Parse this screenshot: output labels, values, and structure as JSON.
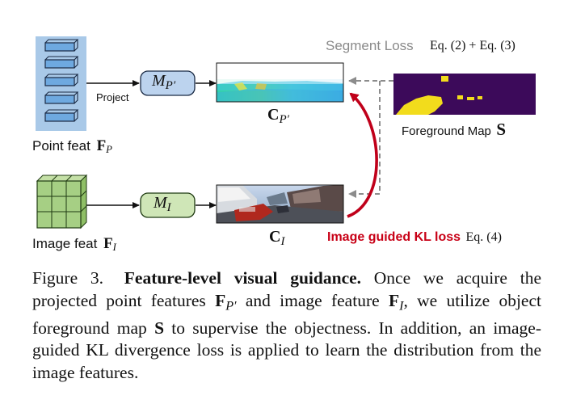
{
  "figure": {
    "segment_loss_label": "Segment Loss",
    "segment_loss_eq": "Eq. (2) + Eq. (3)",
    "project_label": "Project",
    "point_feat_label": "Point feat",
    "point_feat_symbol": "F",
    "point_feat_sub": "P",
    "image_feat_label": "Image feat",
    "image_feat_symbol": "F",
    "image_feat_sub": "I",
    "module_point_symbol": "M",
    "module_point_sub": "P′",
    "module_image_symbol": "M",
    "module_image_sub": "I",
    "c_point_symbol": "C",
    "c_point_sub": "P′",
    "c_image_symbol": "C",
    "c_image_sub": "I",
    "foreground_map_label": "Foreground Map",
    "foreground_map_symbol": "S",
    "kl_loss_label": "Image guided KL loss",
    "kl_loss_eq": "Eq. (4)",
    "colors": {
      "point_box": "#a9c9e8",
      "module_point": "#bcd3ee",
      "module_image": "#cfe6b7",
      "image_grid": "#a6cf84",
      "kl_arrow": "#c0001a",
      "kl_text": "#c80016",
      "dashed": "#8c8c8c",
      "seg_text": "#8a8a8a",
      "foreground_bg": "#3c0a5a",
      "foreground_blob": "#f2dc1c"
    }
  },
  "caption": {
    "label": "Figure 3.",
    "title": "Feature-level visual guidance.",
    "t1": " Once we acquire the projected point features ",
    "s1": "F",
    "s1_sub": "P′",
    "t2": " and image feature ",
    "s2": "F",
    "s2_sub": "I",
    "t3": ", we utilize object foreground map ",
    "s3": "S",
    "t4": " to supervise the objectness. In addition, an image-guided KL divergence loss is applied to learn the distribution from the image features."
  }
}
